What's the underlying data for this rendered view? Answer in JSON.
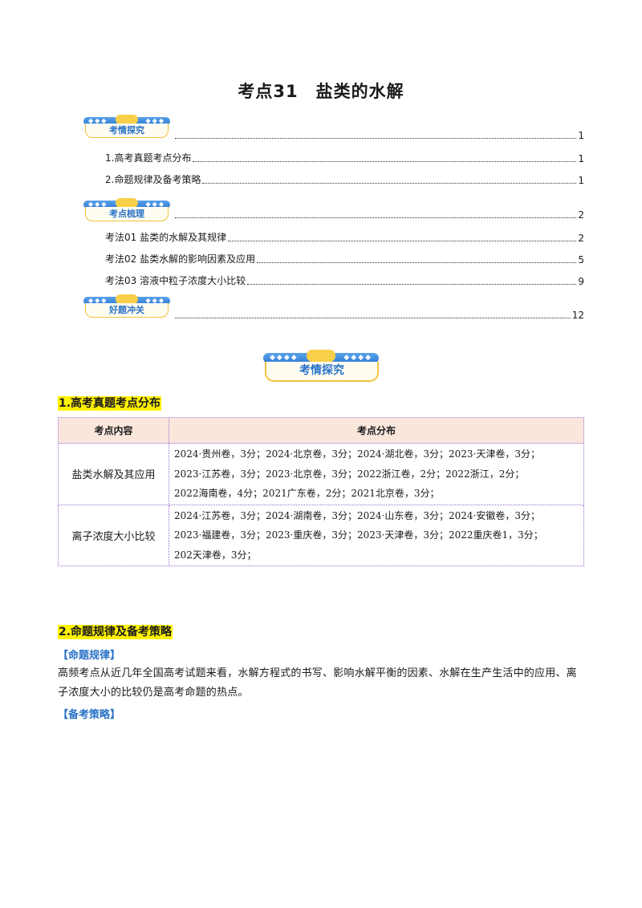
{
  "title": "考点31　盐类的水解",
  "toc": {
    "sections": [
      {
        "badge": "考情探究",
        "page": "1",
        "items": [
          {
            "label": "1.高考真题考点分布",
            "page": "1"
          },
          {
            "label": "2.命题规律及备考策略",
            "page": "1"
          }
        ]
      },
      {
        "badge": "考点梳理",
        "page": "2",
        "items": [
          {
            "label": "考法01  盐类的水解及其规律",
            "page": "2"
          },
          {
            "label": "考法02  盐类水解的影响因素及应用",
            "page": "5"
          },
          {
            "label": "考法03  溶液中粒子浓度大小比较",
            "page": "9"
          }
        ]
      },
      {
        "badge": "好题冲关",
        "page": "12",
        "items": []
      }
    ]
  },
  "main_badge": "考情探究",
  "section1": {
    "heading": "1.高考真题考点分布",
    "table": {
      "headers": [
        "考点内容",
        "考点分布"
      ],
      "rows": [
        {
          "name": "盐类水解及其应用",
          "lines": [
            "2024·贵州卷，3分；2024·北京卷，3分；2024·湖北卷，3分；2023·天津卷，3分；",
            "2023·江苏卷，3分；2023·北京卷，3分；2022浙江卷，2分；2022浙江，2分；",
            "2022海南卷，4分；2021广东卷，2分；2021北京卷，3分；"
          ]
        },
        {
          "name": "离子浓度大小比较",
          "lines": [
            "2024·江苏卷，3分；2024·湖南卷，3分；2024·山东卷，3分；2024·安徽卷，3分；",
            "2023·福建卷，3分；2023·重庆卷，3分；2023·天津卷，3分；2022重庆卷1，3分；",
            "202天津卷，3分；"
          ]
        }
      ]
    }
  },
  "section2": {
    "heading": "2.命题规律及备考策略",
    "rule_label": "【命题规律】",
    "rule_text": "高频考点从近几年全国高考试题来看，水解方程式的书写、影响水解平衡的因素、水解在生产生活中的应用、离子浓度大小的比较仍是高考命题的热点。",
    "strategy_label": "【备考策略】"
  }
}
